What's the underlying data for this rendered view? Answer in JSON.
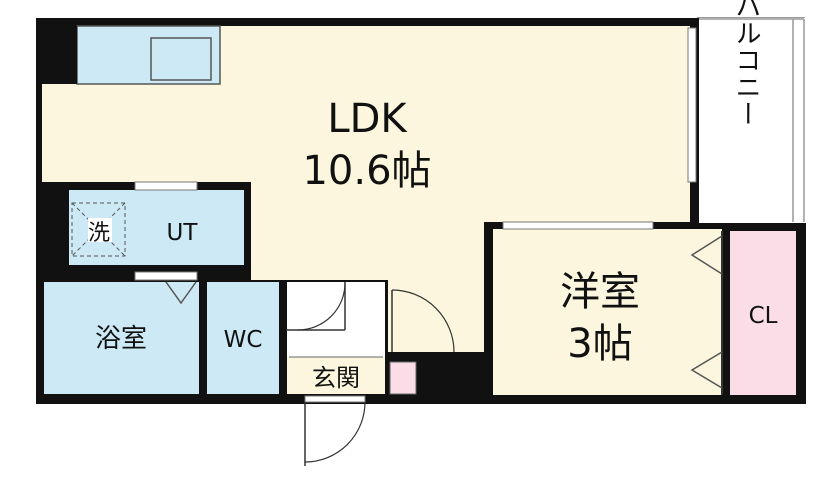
{
  "rooms": {
    "ldk": {
      "name": "LDK",
      "size": "10.6帖"
    },
    "western": {
      "name": "洋室",
      "size": "3帖"
    },
    "balcony": {
      "name": "バルコニー"
    },
    "ut": {
      "name": "UT"
    },
    "washer": {
      "name": "洗"
    },
    "bath": {
      "name": "浴室"
    },
    "wc": {
      "name": "WC"
    },
    "closet": {
      "name": "CL"
    },
    "entrance": {
      "name": "玄関"
    }
  },
  "colors": {
    "wall": "#111111",
    "ldk": "#fbf6dd",
    "western": "#fbf6dd",
    "wet_area": "#cce9f5",
    "closet": "#fbdde8",
    "balcony": "#ffffff"
  }
}
